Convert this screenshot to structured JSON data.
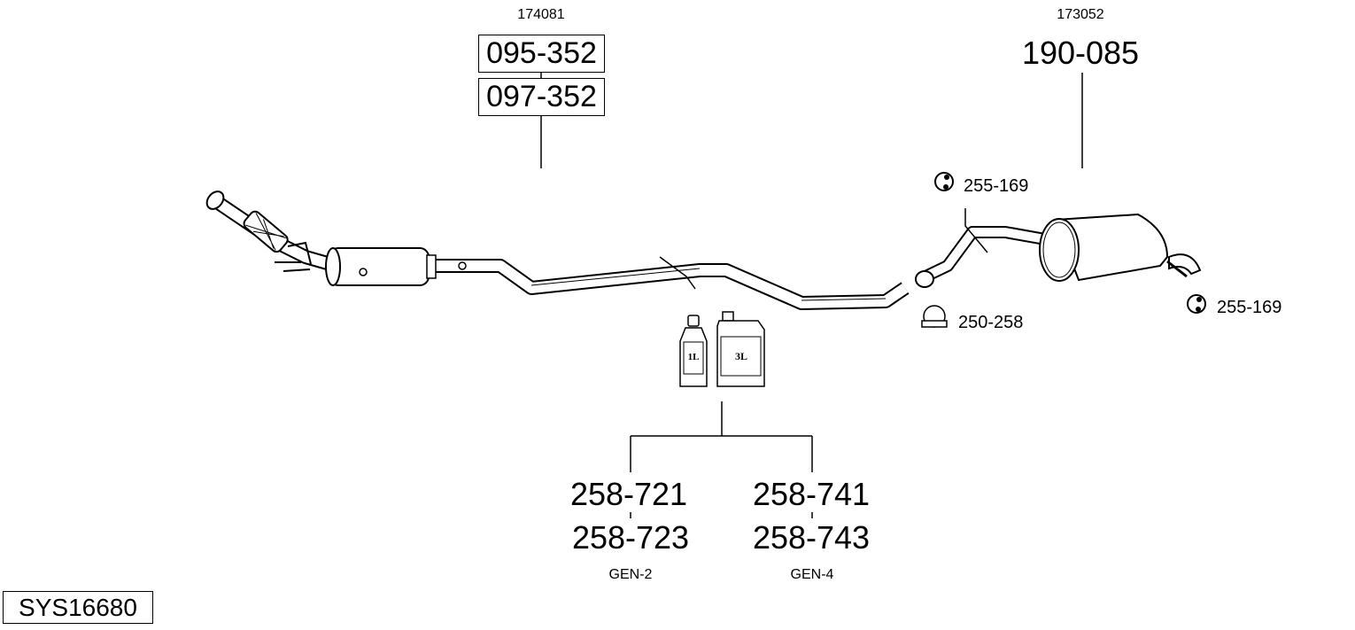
{
  "system_id": "SYS16680",
  "front_section": {
    "ref": "174081",
    "parts": [
      "095-352",
      "097-352"
    ]
  },
  "rear_section": {
    "ref": "173052",
    "part": "190-085"
  },
  "accessories": {
    "hanger_top": "255-169",
    "hanger_rear": "255-169",
    "clamp": "250-258"
  },
  "paste": {
    "bottle_small_label": "1L",
    "bottle_large_label": "3L",
    "left": {
      "parts": [
        "258-721",
        "258-723"
      ],
      "grade": "GEN-2"
    },
    "right": {
      "parts": [
        "258-741",
        "258-743"
      ],
      "grade": "GEN-4"
    }
  }
}
